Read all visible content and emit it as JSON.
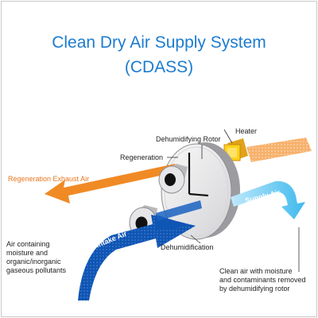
{
  "title": {
    "line1": "Clean Dry Air Supply System",
    "line2": "(CDASS)"
  },
  "labels": {
    "heater": "Heater",
    "rotor": "Dehumidifying Rotor",
    "regeneration": "Regeneration",
    "exhaust": "Regeneration Exhaust Air",
    "supply": "Supply Air",
    "intake": "Intake Air",
    "dehumidification": "Dehumidification",
    "input_desc": [
      "Air containing",
      "moisture and",
      "organic/inorganic",
      "gaseous pollutants"
    ],
    "output_desc": [
      "Clean air with moisture",
      "and contaminants removed",
      "by dehumidifying rotor"
    ]
  },
  "colors": {
    "title": "#1c7ccf",
    "exhaust_arrow": "#f08a24",
    "intake_arrow": "#0f55b4",
    "supply_arrow": "#57c6f2",
    "heater": "#ffd21a",
    "rotor": "#e9e9eb"
  }
}
